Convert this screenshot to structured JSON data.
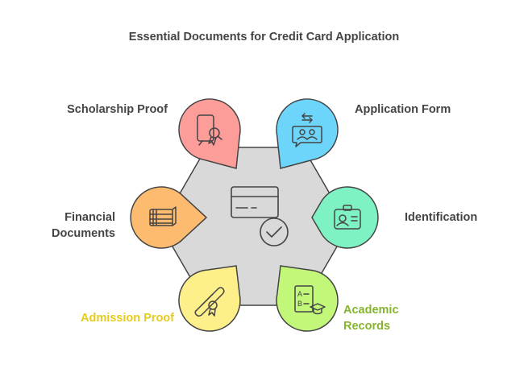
{
  "title": "Essential Documents for Credit Card Application",
  "center": {
    "icon": "credit-card-check-icon"
  },
  "items": [
    {
      "id": "scholarship-proof",
      "label": [
        "Scholarship Proof"
      ],
      "color": "#fc9d9a",
      "label_color": "#444444",
      "icon": "document-certificate-icon"
    },
    {
      "id": "application-form",
      "label": [
        "Application Form"
      ],
      "color": "#6dd5fa",
      "label_color": "#444444",
      "icon": "people-chat-icon"
    },
    {
      "id": "financial-documents",
      "label": [
        "Financial",
        "Documents"
      ],
      "color": "#fdbb6f",
      "label_color": "#444444",
      "icon": "money-stack-icon"
    },
    {
      "id": "identification",
      "label": [
        "Identification"
      ],
      "color": "#7ff2c4",
      "label_color": "#444444",
      "icon": "id-card-icon"
    },
    {
      "id": "admission-proof",
      "label": [
        "Admission Proof"
      ],
      "color": "#fdf08a",
      "label_color": "#e6cb1e",
      "icon": "diploma-icon"
    },
    {
      "id": "academic-records",
      "label": [
        "Academic",
        "Records"
      ],
      "color": "#c2f77a",
      "label_color": "#86b42e",
      "icon": "grade-sheet-icon"
    }
  ]
}
